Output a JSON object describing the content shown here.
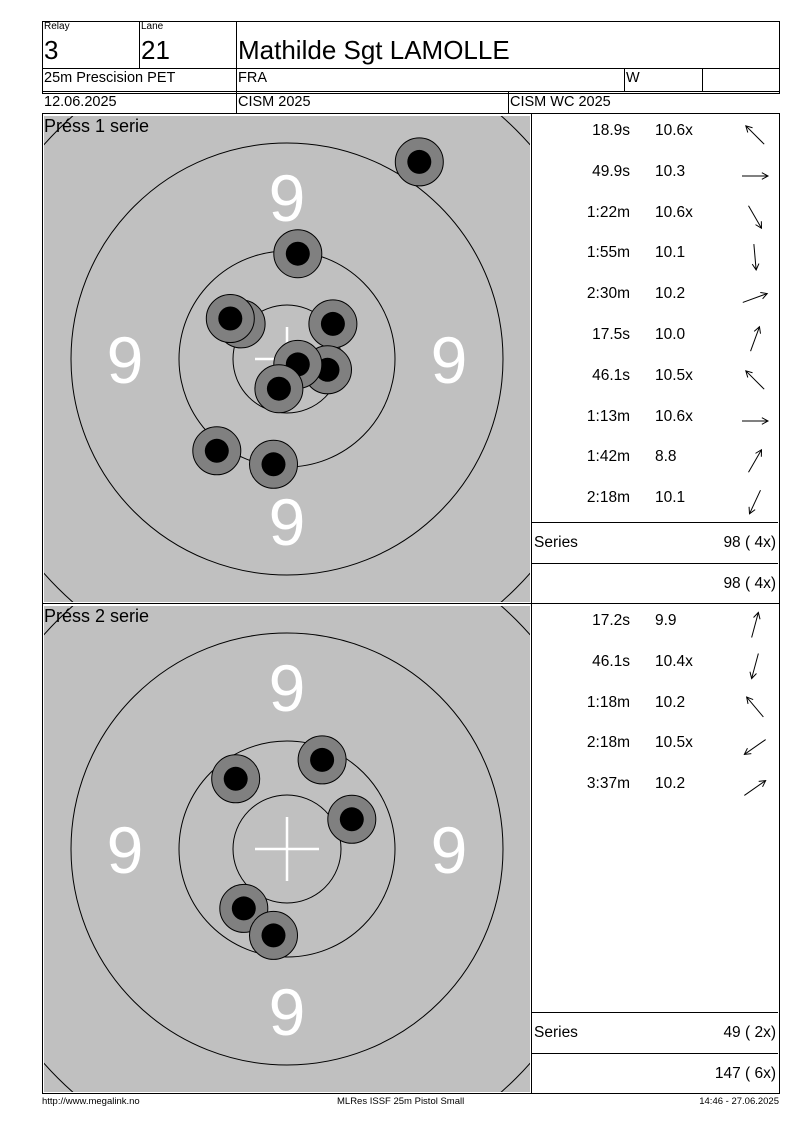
{
  "header": {
    "relay_label": "Relay",
    "relay_value": "3",
    "lane_label": "Lane",
    "lane_value": "21",
    "shooter_name": "Mathilde Sgt LAMOLLE",
    "event": "25m Prescision PET",
    "nation": "FRA",
    "gender": "W",
    "extra": "",
    "date": "12.06.2025",
    "competition": "CISM 2025",
    "competition_short": "CISM WC 2025"
  },
  "target_ring_label": "9",
  "series": [
    {
      "title": "Préss 1 serie",
      "shots": [
        {
          "time": "18.9s",
          "score": "10.6x",
          "direction_deg": 315
        },
        {
          "time": "49.9s",
          "score": "10.3",
          "direction_deg": 90
        },
        {
          "time": "1:22m",
          "score": "10.6x",
          "direction_deg": 150
        },
        {
          "time": "1:55m",
          "score": "10.1",
          "direction_deg": 175
        },
        {
          "time": "2:30m",
          "score": "10.2",
          "direction_deg": 70
        },
        {
          "time": "17.5s",
          "score": "10.0",
          "direction_deg": 20
        },
        {
          "time": "46.1s",
          "score": "10.5x",
          "direction_deg": 315
        },
        {
          "time": "1:13m",
          "score": "10.6x",
          "direction_deg": 90
        },
        {
          "time": "1:42m",
          "score": "8.8",
          "direction_deg": 30
        },
        {
          "time": "2:18m",
          "score": "10.1",
          "direction_deg": 205
        }
      ],
      "impacts": [
        {
          "x": 4.9,
          "y": 7.3
        },
        {
          "x": 0.4,
          "y": 3.9
        },
        {
          "x": -1.7,
          "y": 1.3
        },
        {
          "x": -2.1,
          "y": 1.5
        },
        {
          "x": 1.7,
          "y": 1.3
        },
        {
          "x": 1.5,
          "y": -0.4
        },
        {
          "x": 0.4,
          "y": -0.2
        },
        {
          "x": -0.3,
          "y": -1.1
        },
        {
          "x": -2.6,
          "y": -3.4
        },
        {
          "x": -0.5,
          "y": -3.9
        }
      ],
      "series_label": "Series",
      "series_total": "98 ( 4x)",
      "running_total": "98 ( 4x)"
    },
    {
      "title": "Préss 2 serie",
      "shots": [
        {
          "time": "17.2s",
          "score": "9.9",
          "direction_deg": 15
        },
        {
          "time": "46.1s",
          "score": "10.4x",
          "direction_deg": 195
        },
        {
          "time": "1:18m",
          "score": "10.2",
          "direction_deg": 320
        },
        {
          "time": "2:18m",
          "score": "10.5x",
          "direction_deg": 235
        },
        {
          "time": "3:37m",
          "score": "10.2",
          "direction_deg": 55
        }
      ],
      "impacts": [
        {
          "x": 1.3,
          "y": 3.3
        },
        {
          "x": -1.9,
          "y": 2.6
        },
        {
          "x": 2.4,
          "y": 1.1
        },
        {
          "x": -1.6,
          "y": -2.2
        },
        {
          "x": -0.5,
          "y": -3.2
        }
      ],
      "series_label": "Series",
      "series_total": "49 ( 2x)",
      "running_total": "147 ( 6x)"
    }
  ],
  "footer": {
    "url": "http://www.megalink.no",
    "software": "MLRes ISSF 25m Pistol Small",
    "timestamp": "14:46 - 27.06.2025"
  }
}
